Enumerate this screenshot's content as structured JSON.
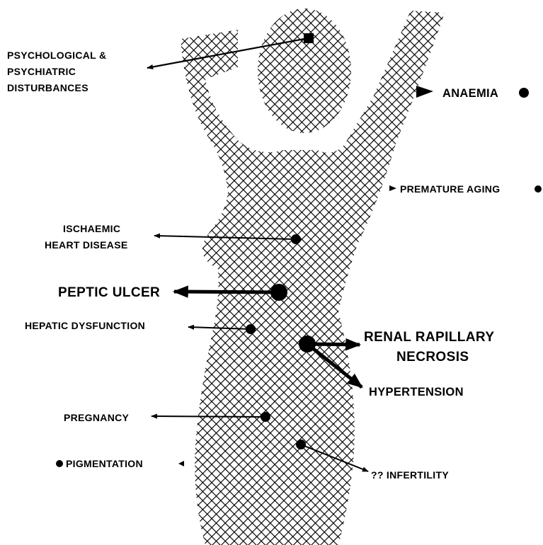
{
  "diagram": {
    "figure_icon": "female-body-silhouette",
    "labels": {
      "psych_line1": "PSYCHOLOGICAL &",
      "psych_line2": "PSYCHIATRIC",
      "psych_line3": "DISTURBANCES",
      "anaemia": "ANAEMIA",
      "premature_aging": "PREMATURE AGING",
      "ischaemic_line1": "ISCHAEMIC",
      "ischaemic_line2": "HEART DISEASE",
      "peptic_ulcer": "PEPTIC ULCER",
      "hepatic": "HEPATIC DYSFUNCTION",
      "renal_line1": "RENAL RAPILLARY",
      "renal_line2": "NECROSIS",
      "hypertension": "HYPERTENSION",
      "pregnancy": "PREGNANCY",
      "pigmentation": "PIGMENTATION",
      "infertility": "?? INFERTILITY"
    }
  }
}
